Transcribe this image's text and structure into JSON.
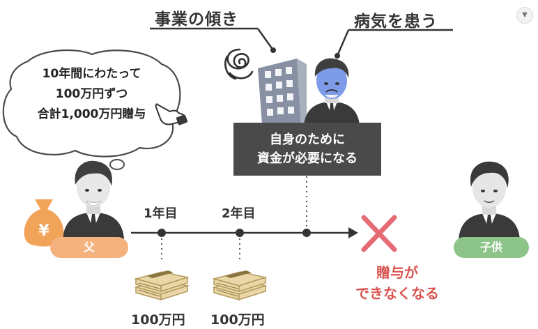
{
  "labels": {
    "business_decline": "事業の傾き",
    "illness": "病気を患う"
  },
  "need_box": {
    "line1": "自身のために",
    "line2": "資金が必要になる"
  },
  "thought": {
    "line1": "10年間にわたって",
    "line2": "100万円ずつ",
    "line3": "合計1,000万円贈与"
  },
  "people": {
    "father": "父",
    "child": "子供"
  },
  "icons": {
    "moneybag_symbol": "¥"
  },
  "timeline": {
    "year1": "1年目",
    "year2": "2年目",
    "money1": "100万円",
    "money2": "100万円"
  },
  "result": {
    "line1": "贈与が",
    "line2": "できなくなる"
  },
  "colors": {
    "father_pill": "#f3b27e",
    "child_pill": "#8cc48a",
    "cross": "#e56b74",
    "result_text": "#d9534f",
    "need_box_bg": "#4a4a4a"
  }
}
